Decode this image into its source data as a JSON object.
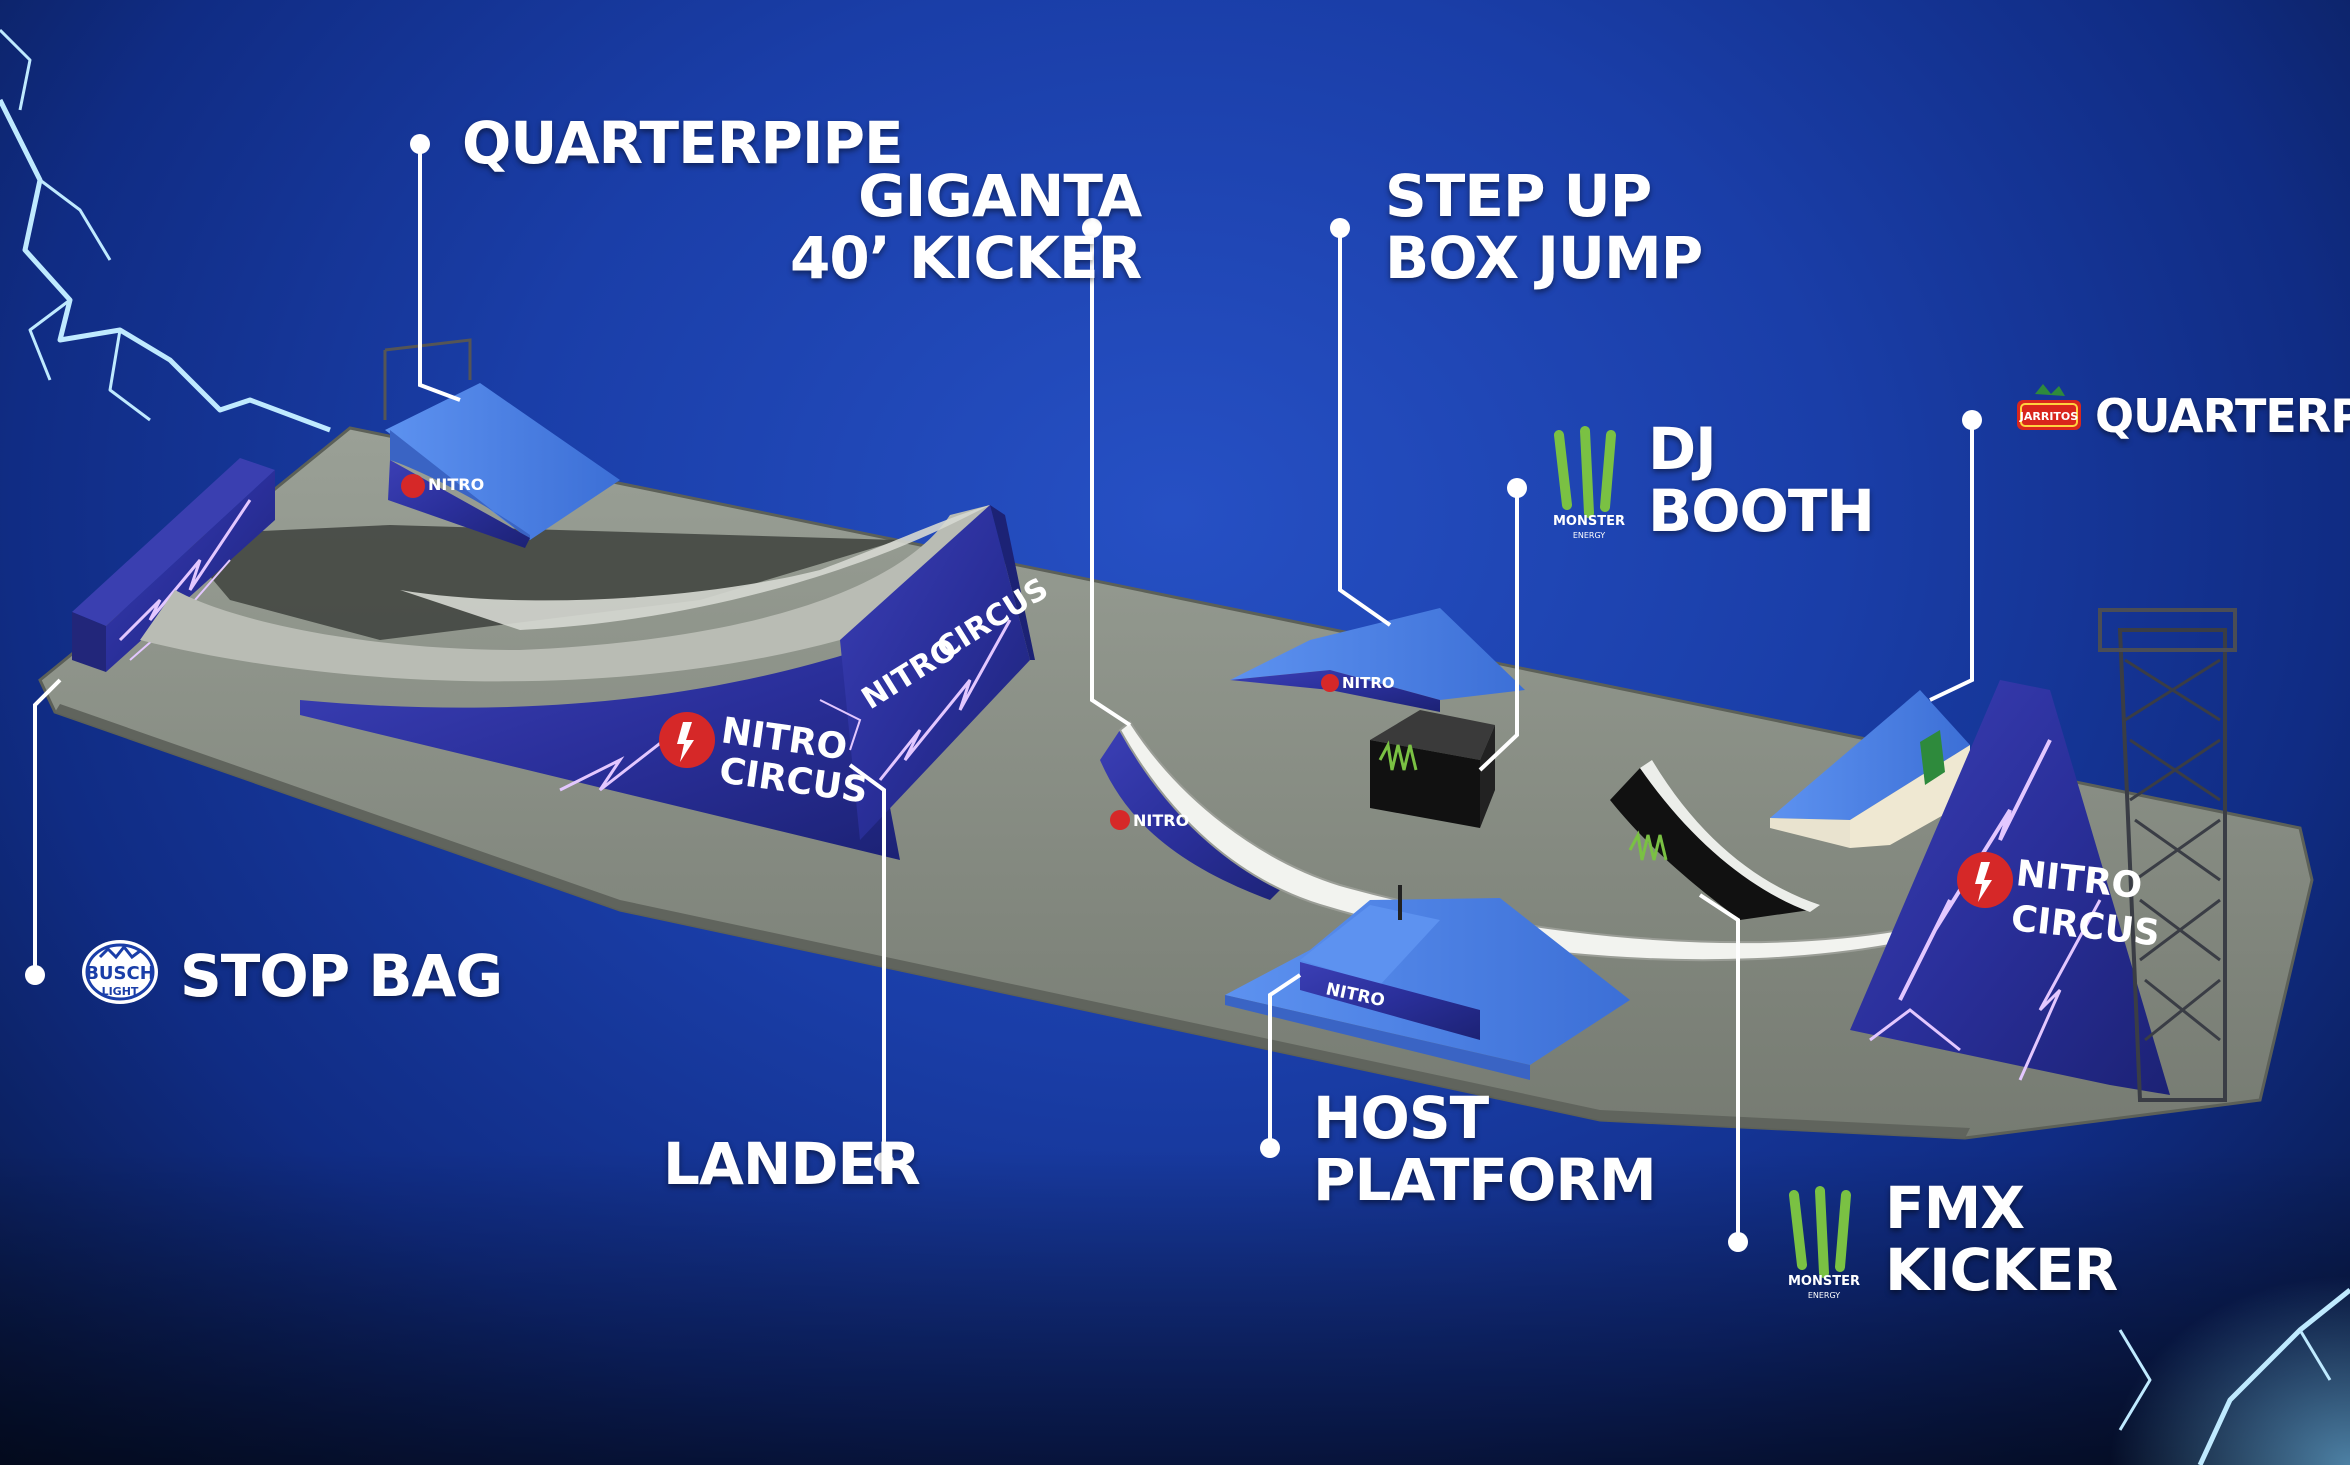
{
  "labels": {
    "quarterpipe_left": "QUARTERPIPE",
    "giganta": [
      "GIGANTA",
      "40’ KICKER"
    ],
    "step_up": [
      "STEP UP",
      "BOX JUMP"
    ],
    "dj_booth": [
      "DJ",
      "BOOTH"
    ],
    "quarterpipe_right": "QUARTERPIPE",
    "stop_bag": "STOP BAG",
    "lander": "LANDER",
    "host_platform": [
      "HOST",
      "PLATFORM"
    ],
    "fmx_kicker": [
      "FMX",
      "KICKER"
    ]
  },
  "brands": {
    "nitro_circus": [
      "NITRO",
      "CIRCUS"
    ],
    "busch": [
      "BUSCH",
      "LIGHT"
    ],
    "monster": [
      "MONSTER",
      "ENERGY"
    ],
    "jarritos": "JARRITOS"
  },
  "colors": {
    "background": "#1a3ea8",
    "floor": "#8a8f86",
    "ramp_blue": "#4a7fe0",
    "banner": "#2a2f9a",
    "lightning": "#c9b6ff",
    "monster_green": "#7ac143",
    "jarritos_red": "#d9261c"
  }
}
